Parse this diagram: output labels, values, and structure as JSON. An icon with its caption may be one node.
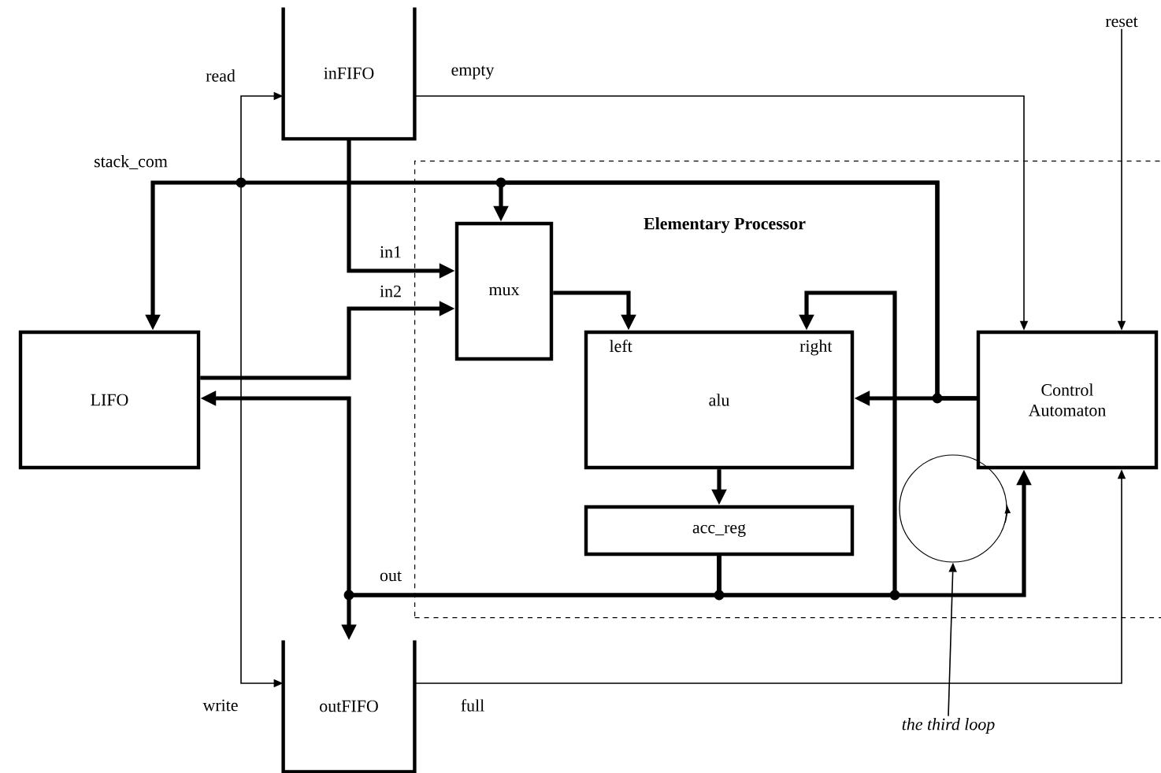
{
  "diagram": {
    "nodes": [
      {
        "text": [
          "inFIFO"
        ]
      },
      {
        "text": [
          "Elementary Processor"
        ]
      },
      {
        "text": [
          "mux"
        ],
        "in": 1
      },
      {
        "text": [
          "LIFO"
        ]
      },
      {
        "text": [
          "left",
          "right",
          "alu"
        ],
        "in": 1
      },
      {
        "text": [
          "acc_reg"
        ],
        "in": 1
      },
      {
        "text": [
          "Control Automaton"
        ],
        "in": 1
      },
      {
        "text": [
          "outFIFO"
        ]
      },
      {
        "text": [],
        "shape": "circle",
        "in": 1
      },
      {
        "text": [
          "the third loop"
        ]
      },
      {
        "text": [
          "reset"
        ]
      }
    ],
    "edges": [
      {
        "from": 6,
        "to": 4,
        "arrow": "to"
      },
      {
        "from": 6,
        "to": 3,
        "arrow": "to",
        "label": "stack_com"
      },
      {
        "from": 6,
        "to": 2,
        "arrow": "to"
      },
      {
        "from": 6,
        "to": 0,
        "arrow": "to",
        "label": "read"
      },
      {
        "from": 6,
        "to": 7,
        "arrow": "to",
        "label": "write"
      },
      {
        "from": 0,
        "to": 2,
        "arrow": "to",
        "label": "in1"
      },
      {
        "from": 3,
        "to": 2,
        "arrow": "to",
        "label": "in2"
      },
      {
        "from": 2,
        "to": 4,
        "arrow": "to"
      },
      {
        "from": 4,
        "to": 5,
        "arrow": "to"
      },
      {
        "from": 5,
        "to": 6,
        "arrow": "to"
      },
      {
        "from": 5,
        "to": 4,
        "arrow": "to"
      },
      {
        "from": 5,
        "to": 3,
        "arrow": "to",
        "label": "out"
      },
      {
        "from": 5,
        "to": 7,
        "arrow": "to"
      },
      {
        "from": 0,
        "to": 6,
        "arrow": "to",
        "label": "empty"
      },
      {
        "from": 7,
        "to": 6,
        "arrow": "to",
        "label": "full"
      },
      {
        "from": 10,
        "to": 6,
        "arrow": "to"
      },
      {
        "from": 9,
        "to": 8,
        "arrow": "to"
      }
    ]
  }
}
